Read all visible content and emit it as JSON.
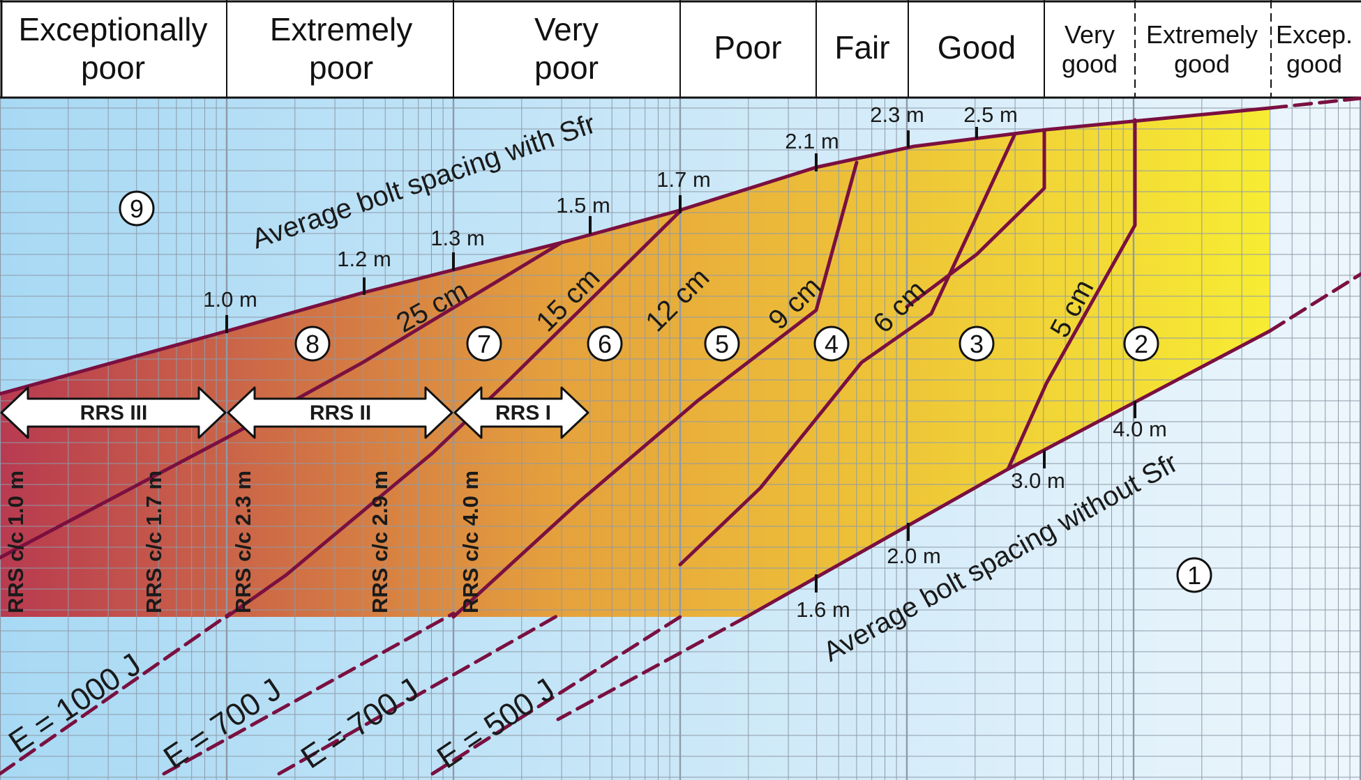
{
  "colors": {
    "curve": "#7a1040",
    "grid": "#8e9aa8",
    "fill_left": "#b83a50",
    "fill_mid": "#e6a33c",
    "fill_right": "#f7ec33",
    "bg_left": "#a8d9f4",
    "bg_right": "#edf6fc"
  },
  "header": {
    "classes": [
      {
        "line1": "Exceptionally",
        "line2": "poor"
      },
      {
        "line1": "Extremely",
        "line2": "poor"
      },
      {
        "line1": "Very",
        "line2": "poor"
      },
      {
        "line1": "Poor",
        "line2": ""
      },
      {
        "line1": "Fair",
        "line2": ""
      },
      {
        "line1": "Good",
        "line2": ""
      },
      {
        "line1": "Very",
        "line2": "good"
      },
      {
        "line1": "Extremely",
        "line2": "good"
      },
      {
        "line1": "Excep.",
        "line2": "good"
      }
    ]
  },
  "bolt_spacing_with_sfr": {
    "label": "Average bolt spacing with Sfr",
    "ticks": [
      "1.0 m",
      "1.2 m",
      "1.3 m",
      "1.5 m",
      "1.7 m",
      "2.1 m",
      "2.3 m",
      "2.5 m"
    ]
  },
  "bolt_spacing_without_sfr": {
    "label": "Average bolt spacing without Sfr",
    "ticks": [
      "1.6 m",
      "2.0 m",
      "3.0 m",
      "4.0 m"
    ]
  },
  "shotcrete_thickness": [
    "25 cm",
    "15 cm",
    "12 cm",
    "9 cm",
    "6 cm",
    "5 cm"
  ],
  "support_classes": [
    "1",
    "2",
    "3",
    "4",
    "5",
    "6",
    "7",
    "8",
    "9"
  ],
  "rrs_arrows": [
    "RRS III",
    "RRS II",
    "RRS I"
  ],
  "rrs_spacing": [
    "RRS c/c 1.0 m",
    "RRS c/c 1.7 m",
    "RRS c/c 2.3 m",
    "RRS c/c 2.9 m",
    "RRS c/c 4.0 m"
  ],
  "energy_absorption": [
    "E = 1000 J",
    "E = 700 J",
    "E = 700 J",
    "E = 500 J"
  ]
}
